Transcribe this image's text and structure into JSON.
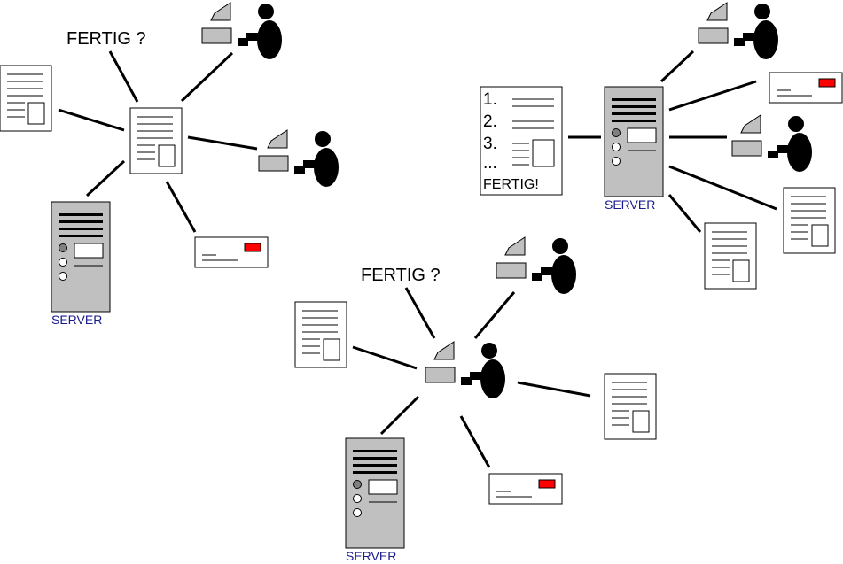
{
  "labels": {
    "fertig_q_1": "FERTIG ?",
    "fertig_q_2": "FERTIG ?",
    "server_1": "SERVER",
    "server_2": "SERVER",
    "server_3": "SERVER",
    "list_item_1": "1.",
    "list_item_2": "2.",
    "list_item_3": "3.",
    "list_more": "...",
    "list_done": "FERTIG!"
  },
  "colors": {
    "server_gray": "#c0c0c0",
    "envelope_red": "#ff0000",
    "server_text": "#1a1a8c",
    "line": "#000000"
  }
}
